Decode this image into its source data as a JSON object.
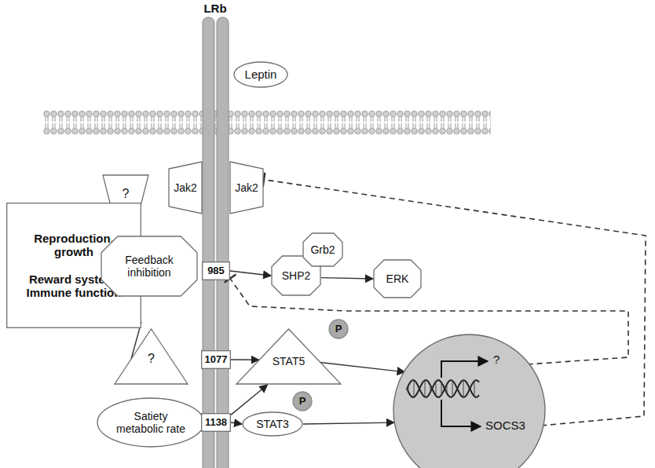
{
  "diagram": {
    "nodes": [
      {
        "text": [
          "Leptin"
        ]
      },
      {
        "text": [
          "?"
        ]
      },
      {
        "text": [
          "Jak2"
        ]
      },
      {
        "text": [
          "Jak2"
        ]
      },
      {
        "text": [
          "Reproduction, growth",
          "Reward system, Immune function"
        ]
      },
      {
        "text": [
          "Feedback inhibition"
        ]
      },
      {
        "text": [
          "985"
        ]
      },
      {
        "text": [
          "SHP2"
        ]
      },
      {
        "text": [
          "Grb2"
        ]
      },
      {
        "text": [
          "ERK"
        ]
      },
      {
        "text": [
          "?"
        ]
      },
      {
        "text": [
          "1077"
        ]
      },
      {
        "text": [
          "STAT5"
        ]
      },
      {
        "text": [
          "P"
        ]
      },
      {
        "text": [
          "Satiety metabolic rate"
        ]
      },
      {
        "text": [
          "1138"
        ]
      },
      {
        "text": [
          "STAT3"
        ]
      },
      {
        "text": [
          "P"
        ]
      },
      {
        "text": [
          "?",
          "SOCS3"
        ]
      }
    ],
    "edges": [
      {
        "from": 4,
        "to": 1,
        "arrow": "none"
      },
      {
        "from": 4,
        "to": 10,
        "arrow": "none"
      },
      {
        "from": 6,
        "to": 7,
        "arrow": "to"
      },
      {
        "from": 7,
        "to": 9,
        "arrow": "to"
      },
      {
        "from": 11,
        "to": 12,
        "arrow": "to"
      },
      {
        "from": 15,
        "to": 12,
        "arrow": "to"
      },
      {
        "from": 15,
        "to": 16,
        "arrow": "to"
      },
      {
        "from": 12,
        "to": 18,
        "arrow": "to"
      },
      {
        "from": 16,
        "to": 18,
        "arrow": "to"
      },
      {
        "from": 18,
        "to": 3,
        "arrow": "none"
      },
      {
        "from": 18,
        "to": 6,
        "arrow": "none"
      }
    ],
    "labels": [
      "LRb"
    ]
  }
}
